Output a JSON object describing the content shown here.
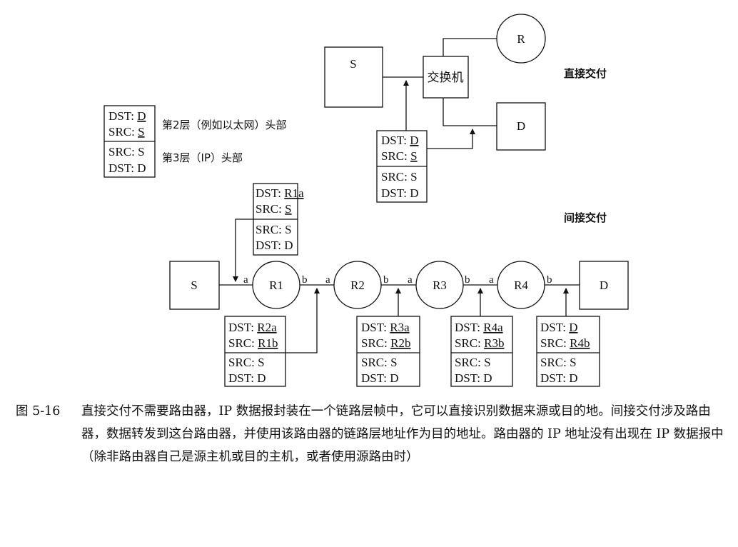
{
  "nodes": {
    "S": "S",
    "D": "D",
    "R": "R",
    "switch": "交换机",
    "R1": "R1",
    "R2": "R2",
    "R3": "R3",
    "R4": "R4"
  },
  "iface": {
    "a": "a",
    "b": "b"
  },
  "labels": {
    "direct": "直接交付",
    "indirect": "间接交付",
    "legend_l2": "第2层（例如以太网）头部",
    "legend_l3": "第3层（IP）头部"
  },
  "headers": {
    "legend": {
      "l2_dst": "D",
      "l2_src": "S",
      "l3_src": "S",
      "l3_dst": "D"
    },
    "direct": {
      "l2_dst": "D",
      "l2_src": "S",
      "l3_src": "S",
      "l3_dst": "D"
    },
    "s_to_r1": {
      "l2_dst": "R1a",
      "l2_src": "S",
      "l3_src": "S",
      "l3_dst": "D"
    },
    "r1_to_r2": {
      "l2_dst": "R2a",
      "l2_src": "R1b",
      "l3_src": "S",
      "l3_dst": "D"
    },
    "r2_to_r3": {
      "l2_dst": "R3a",
      "l2_src": "R2b",
      "l3_src": "S",
      "l3_dst": "D"
    },
    "r3_to_r4": {
      "l2_dst": "R4a",
      "l2_src": "R3b",
      "l3_src": "S",
      "l3_dst": "D"
    },
    "r4_to_d": {
      "l2_dst": "D",
      "l2_src": "R4b",
      "l3_src": "S",
      "l3_dst": "D"
    }
  },
  "field_names": {
    "dst": "DST: ",
    "src": "SRC: "
  },
  "caption": {
    "number": "图 5-16",
    "text": "直接交付不需要路由器，IP 数据报封装在一个链路层帧中，它可以直接识别数据来源或目的地。间接交付涉及路由器，数据转发到这台路由器，并使用该路由器的链路层地址作为目的地址。路由器的 IP 地址没有出现在 IP 数据报中（除非路由器自己是源主机或目的主机，或者使用源路由时）"
  }
}
